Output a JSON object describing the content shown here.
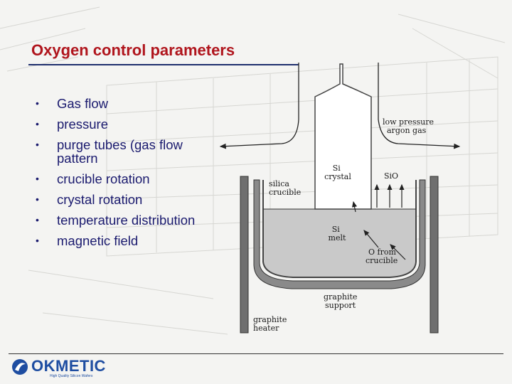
{
  "slide": {
    "title": "Oxygen control parameters",
    "bullets": [
      "Gas flow",
      "pressure",
      "purge tubes (gas flow pattern",
      "crucible rotation",
      "crystal rotation",
      "temperature distribution",
      "magnetic field"
    ],
    "bullet_glyph": "•"
  },
  "diagram": {
    "labels": {
      "low_pressure": [
        "low pressure",
        "argon gas"
      ],
      "si_crystal": [
        "Si",
        "crystal"
      ],
      "sio": "SiO",
      "silica_crucible": [
        "silica",
        "crucible"
      ],
      "si_melt": [
        "Si",
        "melt"
      ],
      "o_from_crucible": [
        "O from",
        "crucible"
      ],
      "graphite_support": [
        "graphite",
        "support"
      ],
      "graphite_heater": [
        "graphite",
        "heater"
      ]
    }
  },
  "footer": {
    "logo_text": "OKMETIC",
    "logo_tagline": "High Quality Silicon Wafers"
  },
  "colors": {
    "title": "#b0151d",
    "bullet_text": "#1a1a6e",
    "rule": "#1f2f6e",
    "melt": "#c9c9c9",
    "crucible_wall": "#6f6f6f",
    "logo": "#1e4da1"
  }
}
